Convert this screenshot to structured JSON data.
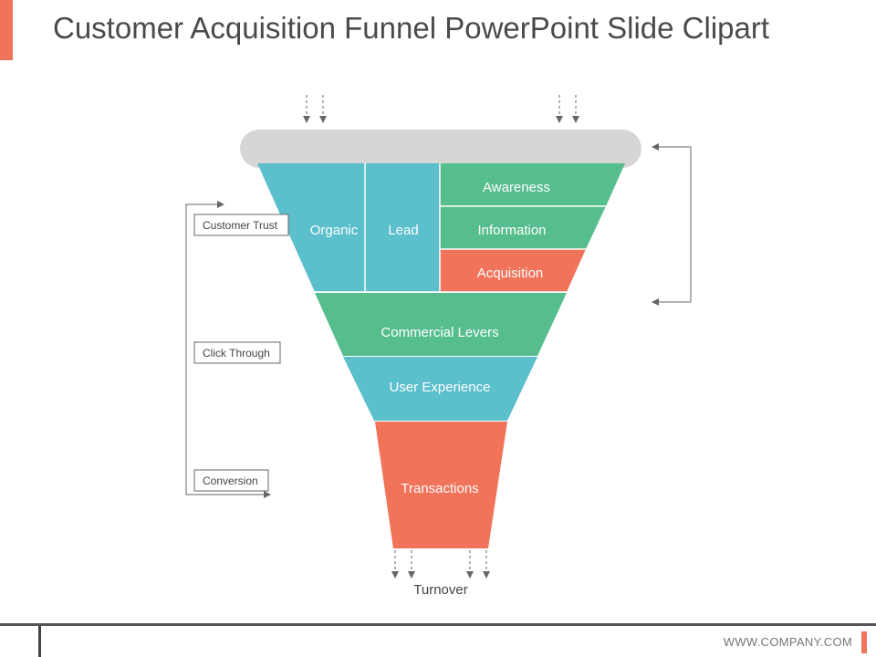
{
  "slide": {
    "title": "Customer Acquisition Funnel PowerPoint Slide Clipart",
    "footer_url": "WWW.COMPANY.COM"
  },
  "funnel": {
    "top_row": {
      "organic": "Organic",
      "lead": "Lead",
      "awareness": "Awareness",
      "information": "Information",
      "acquisition": "Acquisition"
    },
    "commercial_levers": "Commercial Levers",
    "user_experience": "User Experience",
    "transactions": "Transactions",
    "turnover": "Turnover"
  },
  "side_labels": {
    "customer_trust": "Customer Trust",
    "click_through": "Click Through",
    "conversion": "Conversion"
  },
  "colors": {
    "teal": "#5bbfcc",
    "green": "#56be8c",
    "coral": "#f0735a",
    "rim": "#d6d6d6",
    "arrow": "#666666"
  }
}
